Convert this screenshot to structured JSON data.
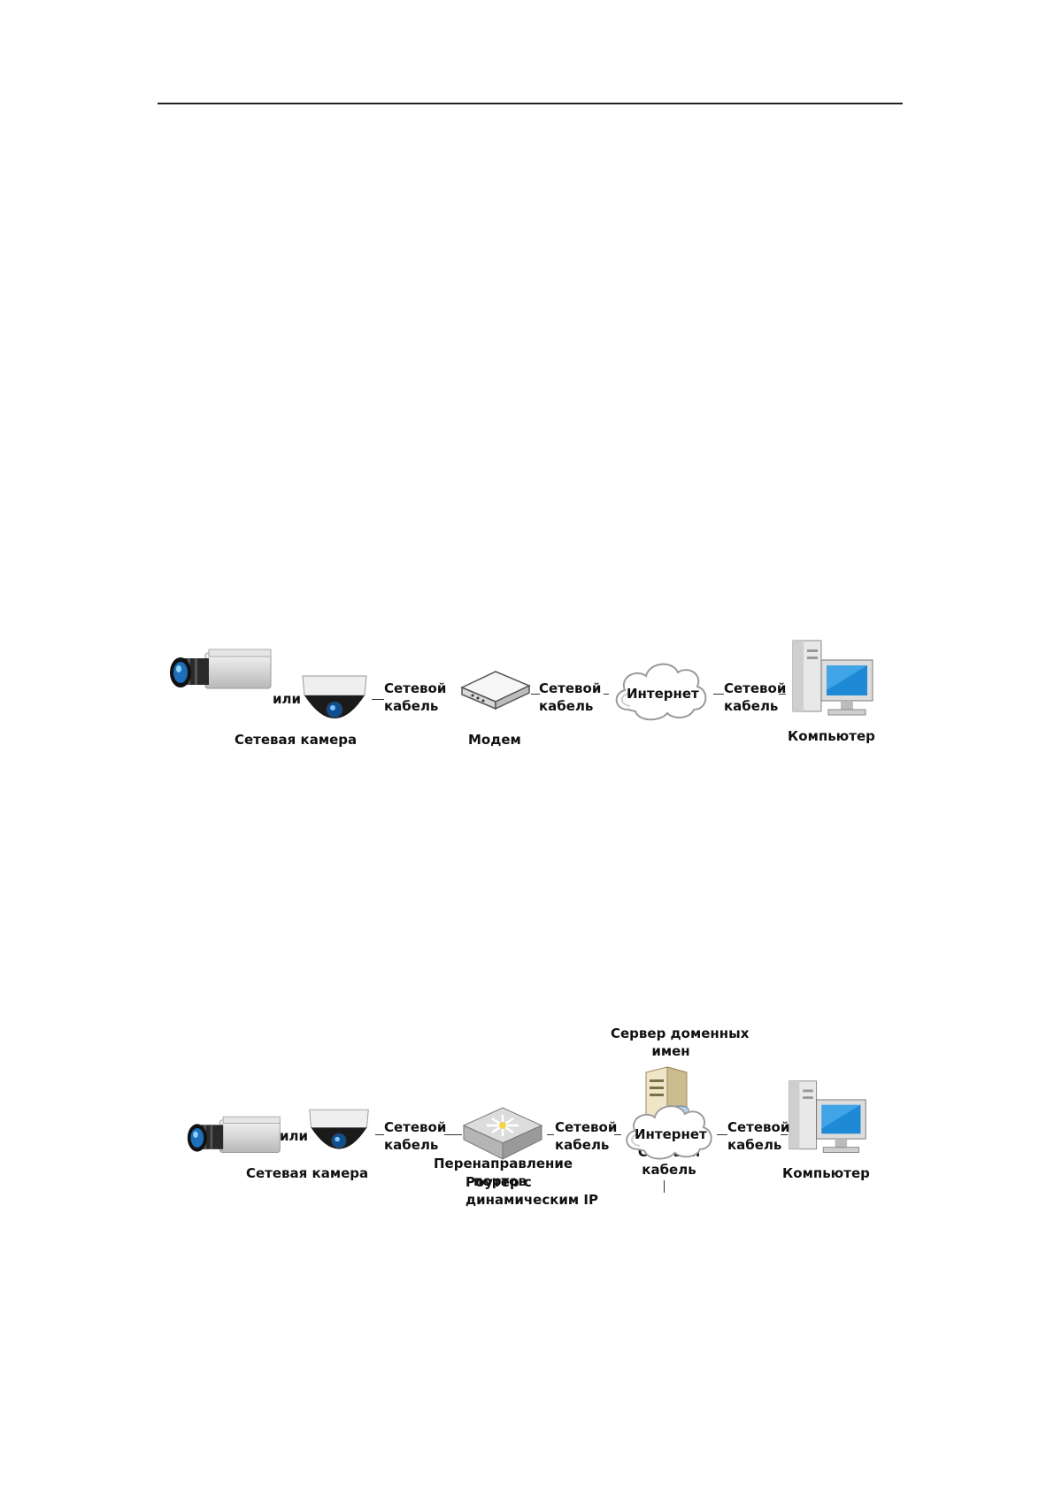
{
  "diagram1": {
    "or_label": "или",
    "camera_label": "Сетевая камера",
    "cable1": [
      "Сетевой",
      "кабель"
    ],
    "modem_label": "Модем",
    "cable2": [
      "Сетевой",
      "кабель"
    ],
    "internet_label": "Интернет",
    "cable3": [
      "Сетевой",
      "кабель"
    ],
    "computer_label": "Компьютер"
  },
  "diagram2": {
    "dns_label": [
      "Сервер доменных",
      "имен"
    ],
    "dns_cable": [
      "Сетевой",
      "кабель"
    ],
    "port_fwd_label": [
      "Перенаправление",
      "портов"
    ],
    "or_label": "или",
    "camera_label": "Сетевая камера",
    "cable1": [
      "Сетевой",
      "кабель"
    ],
    "router_label": [
      "Роутер с",
      "динамическим IP"
    ],
    "cable2": [
      "Сетевой",
      "кабель"
    ],
    "internet_label": "Интернет",
    "cable3": [
      "Сетевой",
      "кабель"
    ],
    "computer_label": "Компьютер"
  }
}
